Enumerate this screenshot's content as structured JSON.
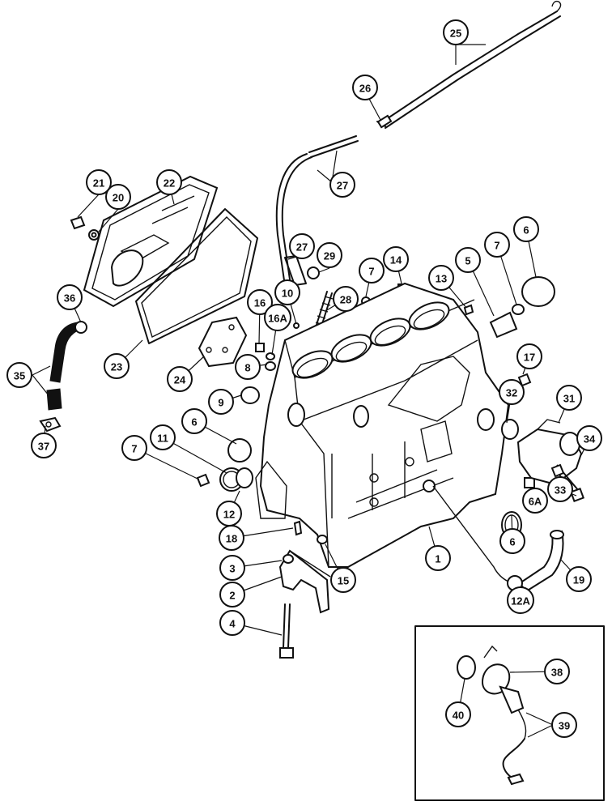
{
  "figure": {
    "description_free": true,
    "callouts": [
      {
        "id": "c1",
        "label": "1"
      },
      {
        "id": "c2",
        "label": "2"
      },
      {
        "id": "c3",
        "label": "3"
      },
      {
        "id": "c4",
        "label": "4"
      },
      {
        "id": "c5",
        "label": "5"
      },
      {
        "id": "c6a",
        "label": "6"
      },
      {
        "id": "c6b",
        "label": "6"
      },
      {
        "id": "c6c",
        "label": "6"
      },
      {
        "id": "c6A",
        "label": "6A"
      },
      {
        "id": "c7a",
        "label": "7"
      },
      {
        "id": "c7b",
        "label": "7"
      },
      {
        "id": "c7c",
        "label": "7"
      },
      {
        "id": "c8",
        "label": "8"
      },
      {
        "id": "c9",
        "label": "9"
      },
      {
        "id": "c10",
        "label": "10"
      },
      {
        "id": "c11",
        "label": "11"
      },
      {
        "id": "c12",
        "label": "12"
      },
      {
        "id": "c12A",
        "label": "12A"
      },
      {
        "id": "c13",
        "label": "13"
      },
      {
        "id": "c14",
        "label": "14"
      },
      {
        "id": "c15",
        "label": "15"
      },
      {
        "id": "c16",
        "label": "16"
      },
      {
        "id": "c16A",
        "label": "16A"
      },
      {
        "id": "c17",
        "label": "17"
      },
      {
        "id": "c18",
        "label": "18"
      },
      {
        "id": "c19",
        "label": "19"
      },
      {
        "id": "c20",
        "label": "20"
      },
      {
        "id": "c21",
        "label": "21"
      },
      {
        "id": "c22",
        "label": "22"
      },
      {
        "id": "c23",
        "label": "23"
      },
      {
        "id": "c24",
        "label": "24"
      },
      {
        "id": "c25",
        "label": "25"
      },
      {
        "id": "c26",
        "label": "26"
      },
      {
        "id": "c27a",
        "label": "27"
      },
      {
        "id": "c27b",
        "label": "27"
      },
      {
        "id": "c28",
        "label": "28"
      },
      {
        "id": "c29",
        "label": "29"
      },
      {
        "id": "c31",
        "label": "31"
      },
      {
        "id": "c32",
        "label": "32"
      },
      {
        "id": "c33",
        "label": "33"
      },
      {
        "id": "c34",
        "label": "34"
      },
      {
        "id": "c35",
        "label": "35"
      },
      {
        "id": "c36",
        "label": "36"
      },
      {
        "id": "c37",
        "label": "37"
      },
      {
        "id": "c38",
        "label": "38"
      },
      {
        "id": "c39",
        "label": "39"
      },
      {
        "id": "c40",
        "label": "40"
      }
    ]
  }
}
